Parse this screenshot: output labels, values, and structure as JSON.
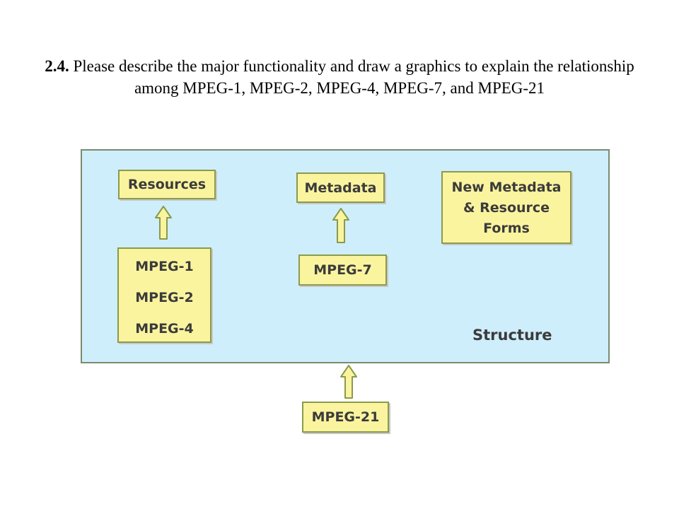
{
  "slide": {
    "question_number": "2.4.",
    "question_text": "Please describe the major functionality and draw a graphics to explain the relationship among MPEG-1, MPEG-2, MPEG-4, MPEG-7, and MPEG-21"
  },
  "diagram": {
    "panel_label": "Structure",
    "resources": "Resources",
    "metadata": "Metadata",
    "new_metadata_lines": [
      "New Metadata",
      "& Resource",
      "Forms"
    ],
    "mpeg_stack": [
      "MPEG-1",
      "MPEG-2",
      "MPEG-4"
    ],
    "mpeg7": "MPEG-7",
    "mpeg21": "MPEG-21",
    "arrows": [
      {
        "from": "MPEG-1 / MPEG-2 / MPEG-4",
        "to": "Resources"
      },
      {
        "from": "MPEG-7",
        "to": "Metadata"
      },
      {
        "from": "MPEG-21",
        "to": "Structure"
      }
    ],
    "colors": {
      "panel_fill": "#cfeefb",
      "box_fill": "#fbf49f",
      "arrow_fill": "#fbf49f",
      "text": "#3b3b3b"
    }
  }
}
